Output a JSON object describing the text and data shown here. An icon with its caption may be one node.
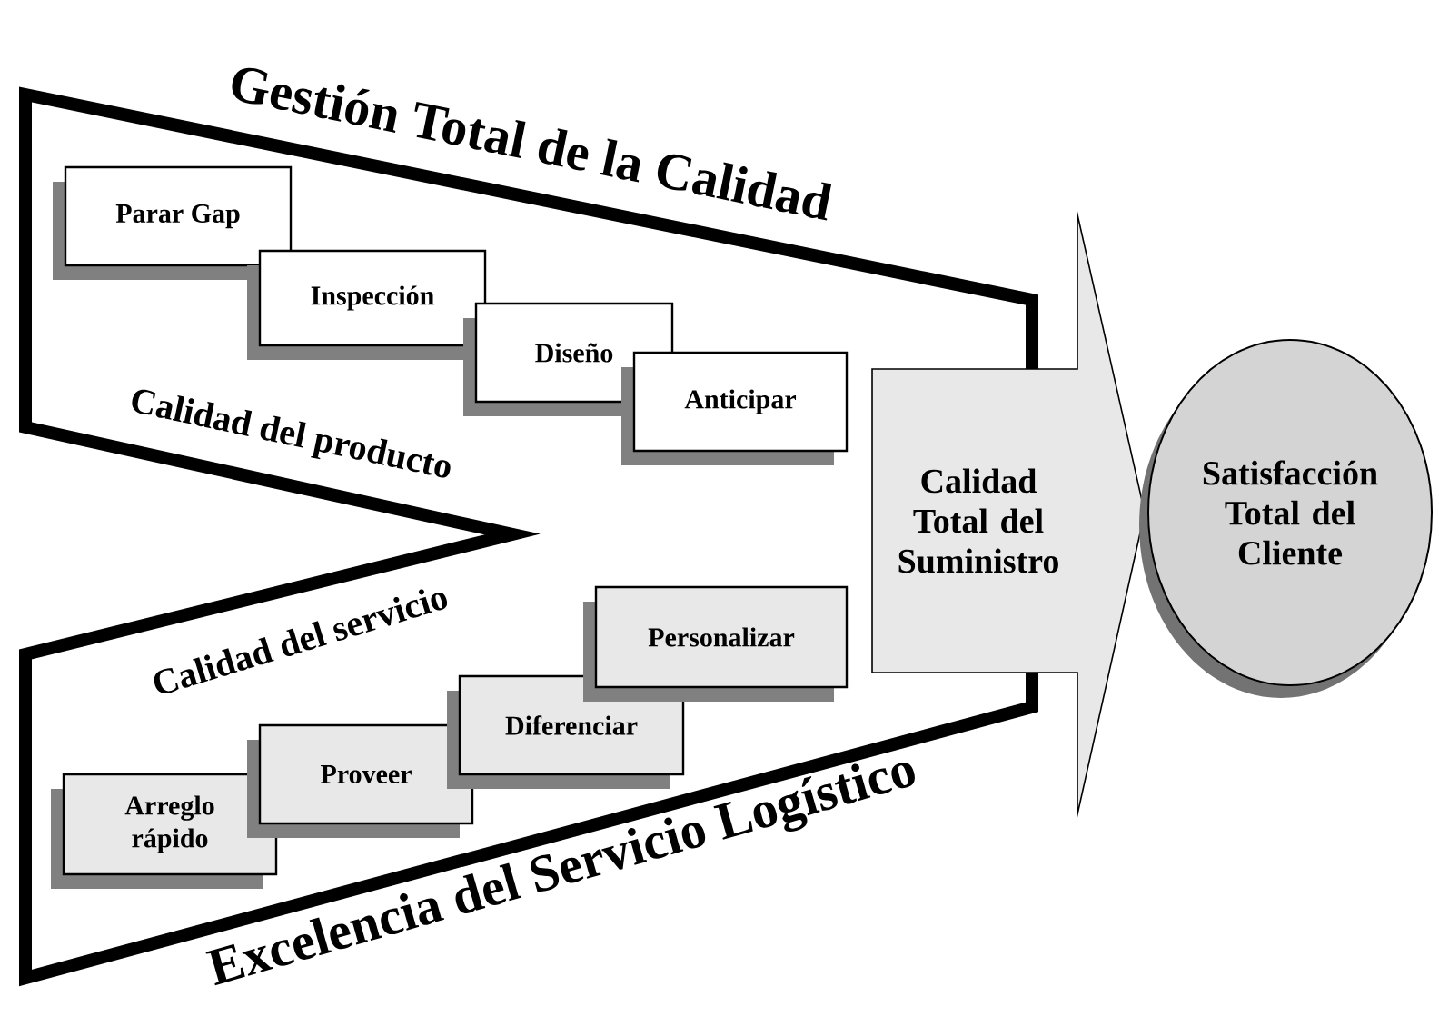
{
  "diagram": {
    "nodes": [
      {
        "text": [
          "Parar Gap"
        ]
      },
      {
        "text": [
          "Inspección"
        ]
      },
      {
        "text": [
          "Diseño"
        ]
      },
      {
        "text": [
          "Anticipar"
        ]
      },
      {
        "text": [
          "Arreglo rápido"
        ]
      },
      {
        "text": [
          "Proveer"
        ]
      },
      {
        "text": [
          "Diferenciar"
        ]
      },
      {
        "text": [
          "Personalizar"
        ]
      },
      {
        "text": [
          "Calidad Total del Suministro"
        ]
      },
      {
        "text": [
          "Satisfacción Total del Cliente"
        ]
      }
    ],
    "labels": [
      "Gestión Total de la Calidad",
      "Calidad del producto",
      "Calidad del servicio",
      "Excelencia del Servicio Logístico"
    ]
  }
}
